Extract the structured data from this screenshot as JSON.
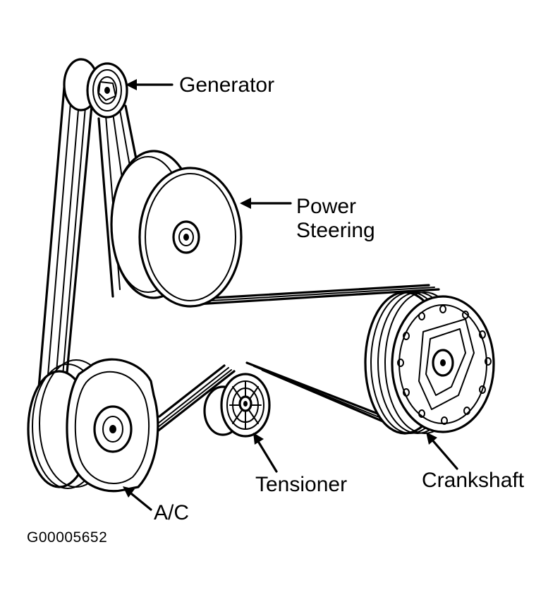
{
  "labels": {
    "generator": "Generator",
    "power_steering_line1": "Power",
    "power_steering_line2": "Steering",
    "crankshaft": "Crankshaft",
    "tensioner": "Tensioner",
    "ac": "A/C",
    "figure_id": "G00005652"
  }
}
